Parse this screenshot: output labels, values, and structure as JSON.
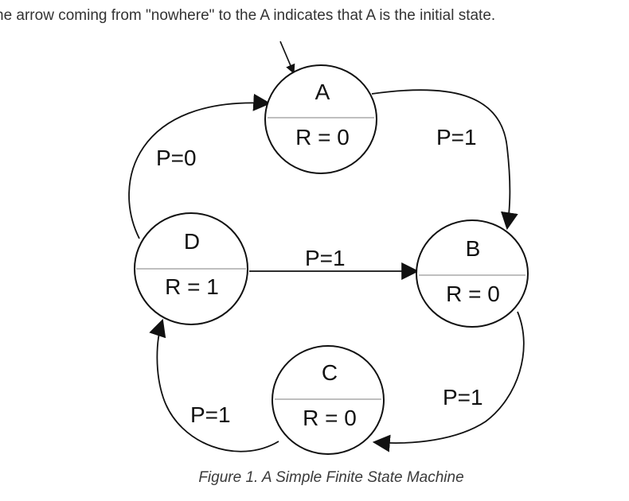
{
  "intro_text": "he arrow coming from \"nowhere\" to the A indicates that A is the initial state.",
  "caption": "Figure 1. A Simple Finite State Machine",
  "states": {
    "A": {
      "name": "A",
      "output": "R = 0"
    },
    "B": {
      "name": "B",
      "output": "R = 0"
    },
    "C": {
      "name": "C",
      "output": "R = 0"
    },
    "D": {
      "name": "D",
      "output": "R = 1"
    }
  },
  "transitions": {
    "A_to_B": "P=1",
    "B_to_C": "P=1",
    "C_to_D": "P=1",
    "D_to_A": "P=0",
    "D_to_B": "P=1"
  },
  "colors": {
    "stroke": "#111111",
    "divider": "#999999",
    "text": "#333333"
  }
}
